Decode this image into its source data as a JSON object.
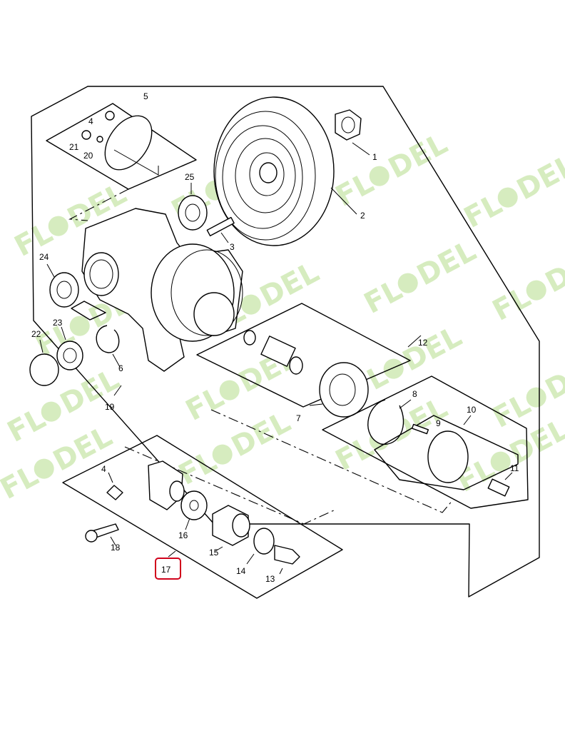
{
  "brand": {
    "watermark_left": "FL",
    "watermark_right": "DEL",
    "watermark_color": "#cfe9b4"
  },
  "highlight": {
    "label": "17",
    "color": "#d0021b"
  },
  "callouts": {
    "c1": "1",
    "c2": "2",
    "c3": "3",
    "c4a": "4",
    "c4b": "4",
    "c5": "5",
    "c6": "6",
    "c7": "7",
    "c8": "8",
    "c9": "9",
    "c10": "10",
    "c11": "11",
    "c12": "12",
    "c13": "13",
    "c14": "14",
    "c15": "15",
    "c16": "16",
    "c18": "18",
    "c19": "19",
    "c20": "20",
    "c21": "21",
    "c22": "22",
    "c23": "23",
    "c24": "24",
    "c25": "25"
  }
}
